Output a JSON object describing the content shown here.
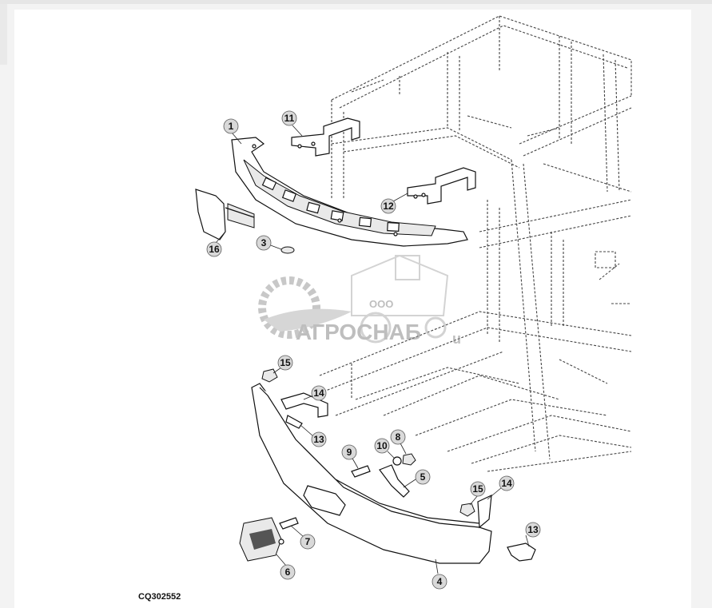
{
  "figure": {
    "code": "CQ302552",
    "callouts": [
      "1",
      "11",
      "12",
      "16",
      "3",
      "15",
      "14",
      "13",
      "9",
      "10",
      "8",
      "5",
      "15",
      "14",
      "7",
      "13",
      "6",
      "4"
    ]
  },
  "watermark": {
    "prefix": "ООО",
    "name": "АГРОСНАБ",
    "suffix": "u"
  }
}
